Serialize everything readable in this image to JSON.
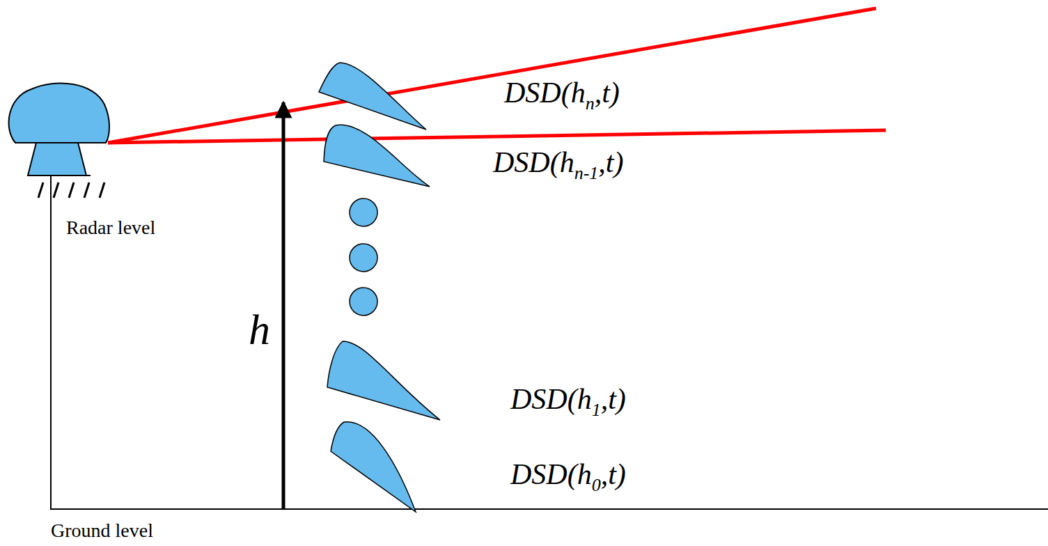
{
  "diagram": {
    "labels": [
      "DSD(hn,t)",
      "DSD(hn-1,t)",
      "h",
      "Radar level",
      "DSD(h1,t)",
      "DSD(h0,t)",
      "Ground level"
    ]
  }
}
